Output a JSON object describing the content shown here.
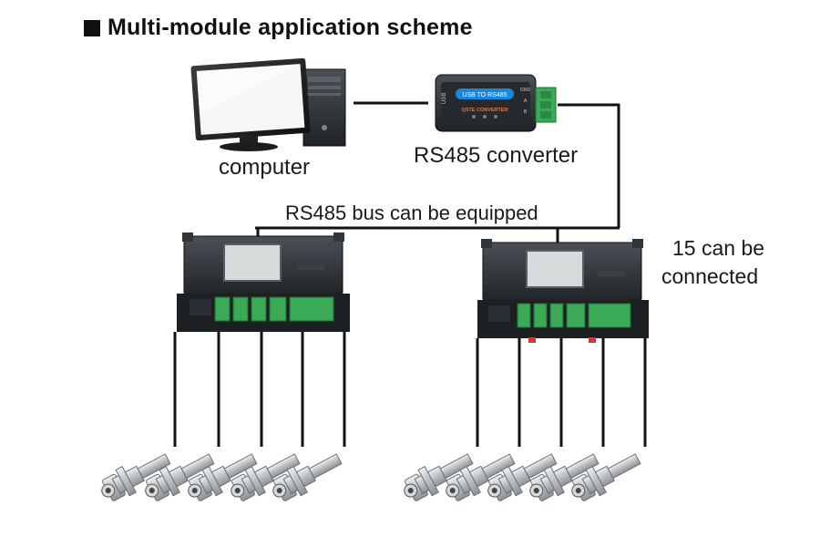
{
  "title": "Multi-module application scheme",
  "labels": {
    "computer": "computer",
    "converter": "RS485 converter",
    "bus": "RS485 bus can be equipped",
    "count_line1": "15 can be",
    "count_line2": "connected"
  },
  "converter_device": {
    "badge": "USB TO RS485",
    "brand": "QSTE CONVERTER",
    "usb_label": "USB",
    "terminals": [
      "GND",
      "A",
      "B"
    ]
  },
  "colors": {
    "device_body": "#2b3035",
    "terminal_green": "#3aaa57",
    "converter_badge": "#1e86d6",
    "screen": "#d8dbdc",
    "wire": "#111111",
    "sensor_metal": "#c9ccce"
  },
  "modules": [
    {
      "sensor_count": 5
    },
    {
      "sensor_count": 5
    }
  ]
}
